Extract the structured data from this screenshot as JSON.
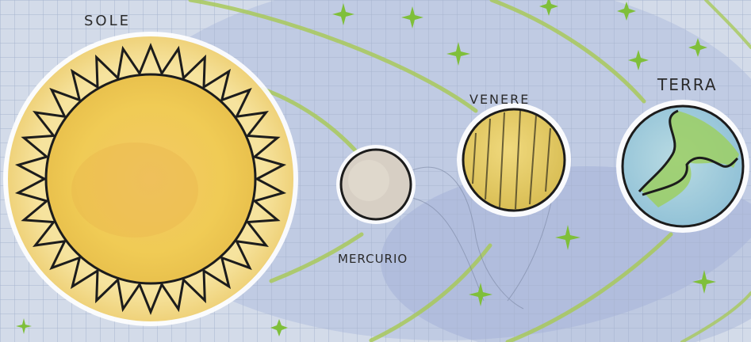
{
  "labels": {
    "sun": "SOLE",
    "mercury": "MERCURIO",
    "venus": "VENERE",
    "earth": "TERRA"
  },
  "colors": {
    "paper": "#d3dbe9",
    "grid": "#a7b4cf",
    "wash": "#8e9fd0",
    "orbit": "#a8c95a",
    "star": "#7fbf3a",
    "sun_fill": "#f1c95a",
    "sun_rim": "#f7e2a0",
    "mercury_fill": "#d7cfc4",
    "venus_fill": "#e9cf6a",
    "earth_ocean": "#9dc7d6",
    "earth_land": "#9ccf63",
    "ink": "#1c1c1c"
  }
}
